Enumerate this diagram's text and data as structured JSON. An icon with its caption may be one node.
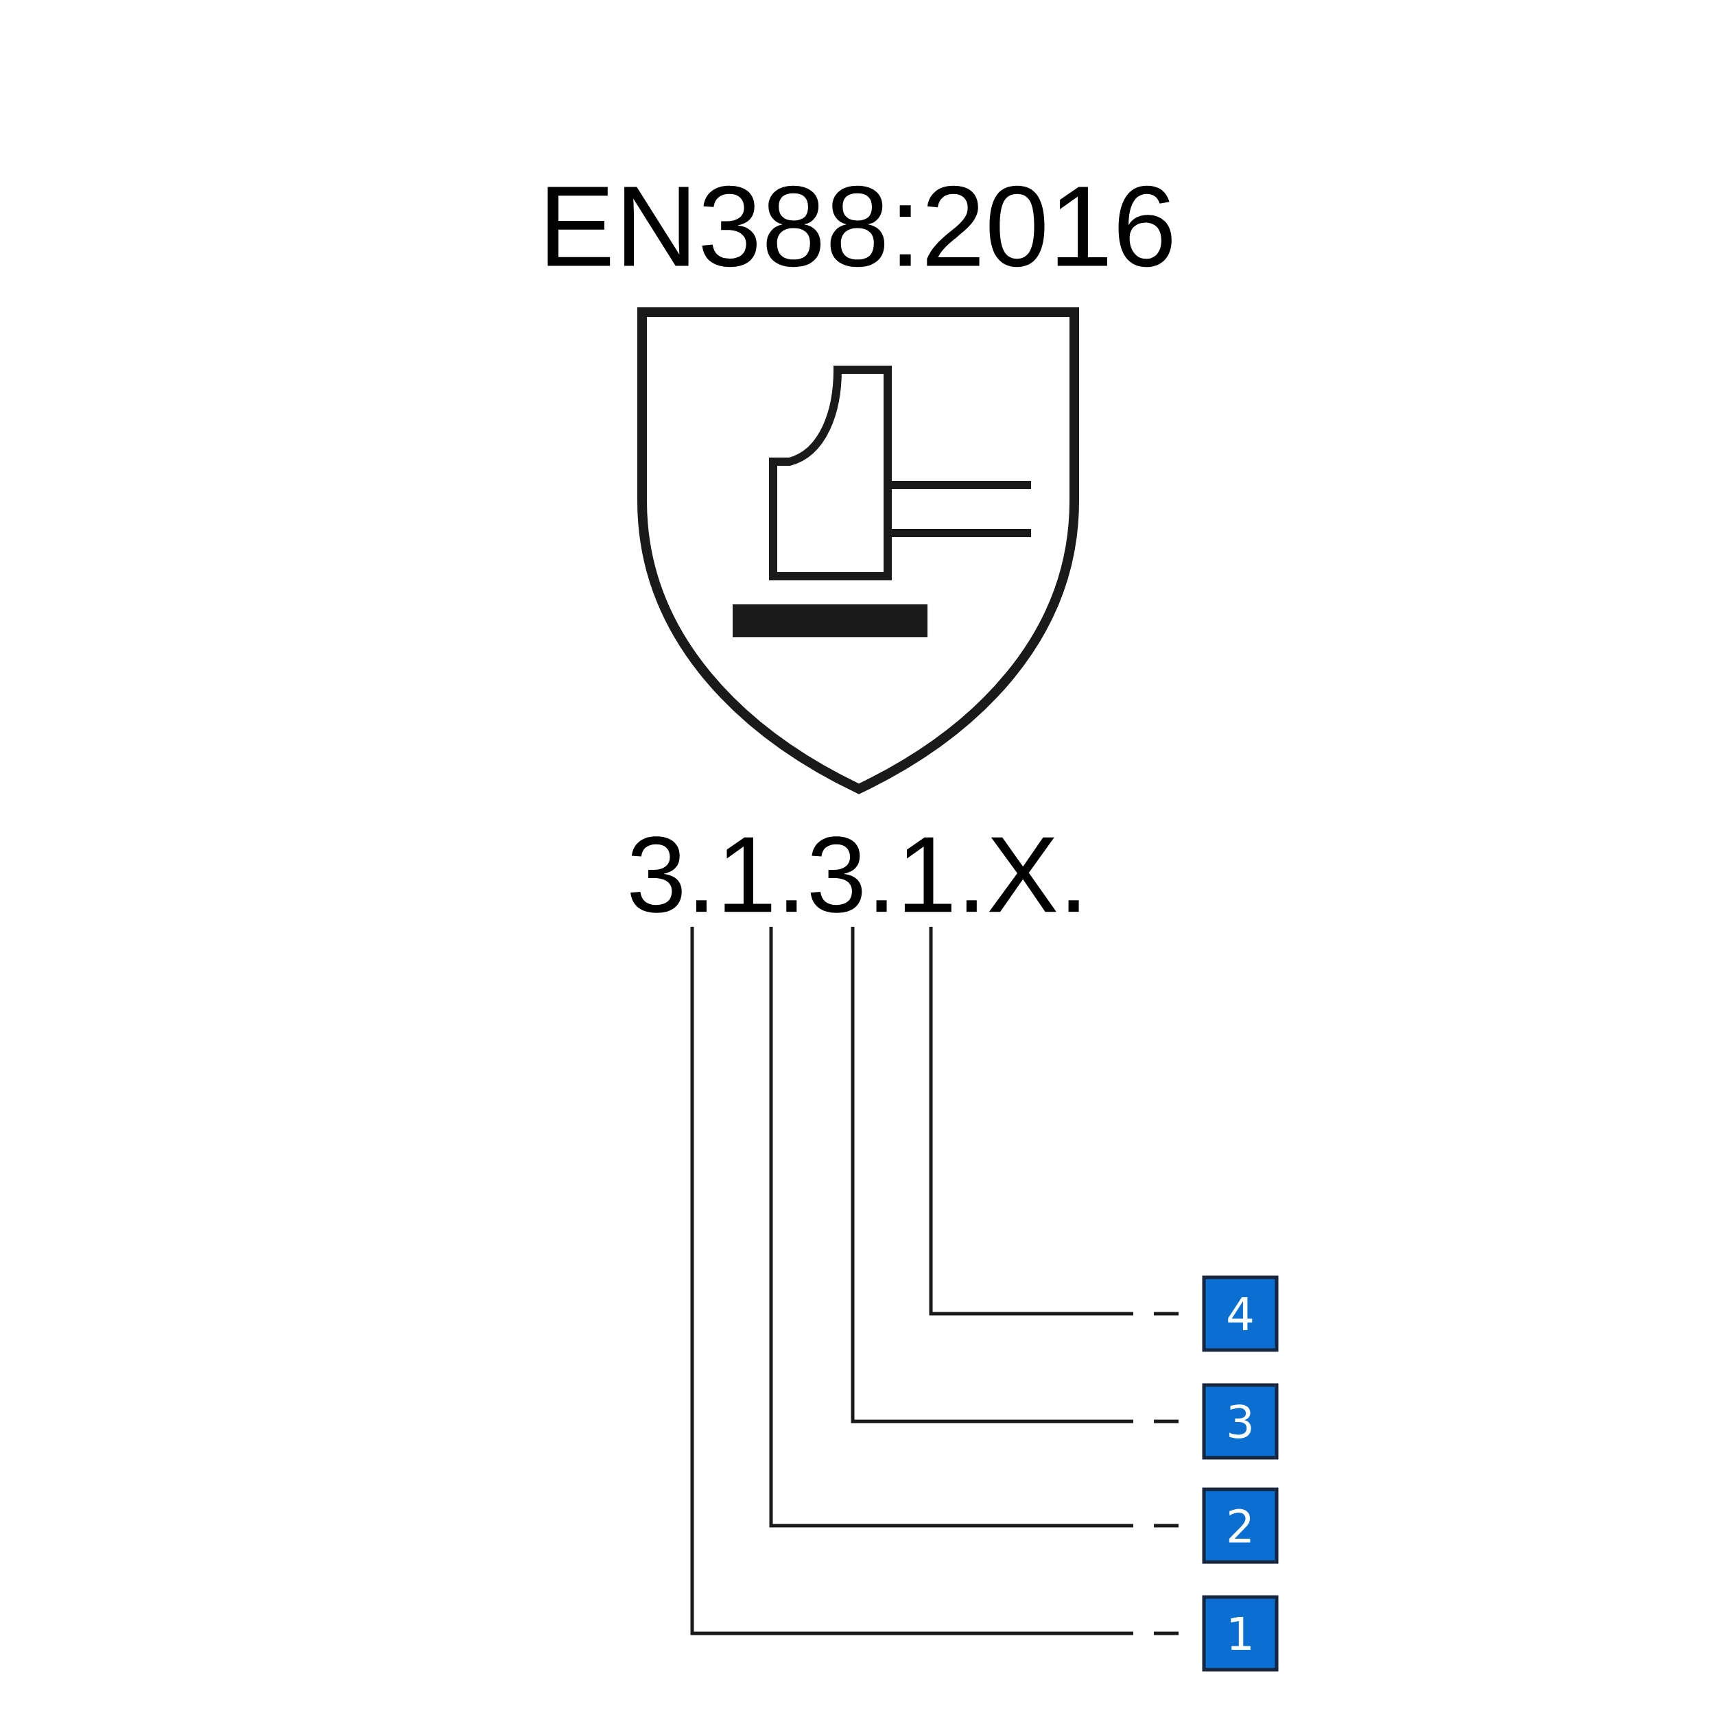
{
  "diagram": {
    "title": "EN388:2016",
    "nodes": [
      {
        "text": [
          "3.1.3.1.X."
        ]
      },
      {
        "text": [
          "4"
        ]
      },
      {
        "text": [
          "3"
        ]
      },
      {
        "text": [
          "2"
        ]
      },
      {
        "text": [
          "1"
        ]
      }
    ],
    "edges": [
      {
        "from": 0,
        "to": 4,
        "arrow": "none"
      },
      {
        "from": 0,
        "to": 3,
        "arrow": "none"
      },
      {
        "from": 0,
        "to": 2,
        "arrow": "none"
      },
      {
        "from": 0,
        "to": 1,
        "arrow": "none"
      }
    ]
  }
}
